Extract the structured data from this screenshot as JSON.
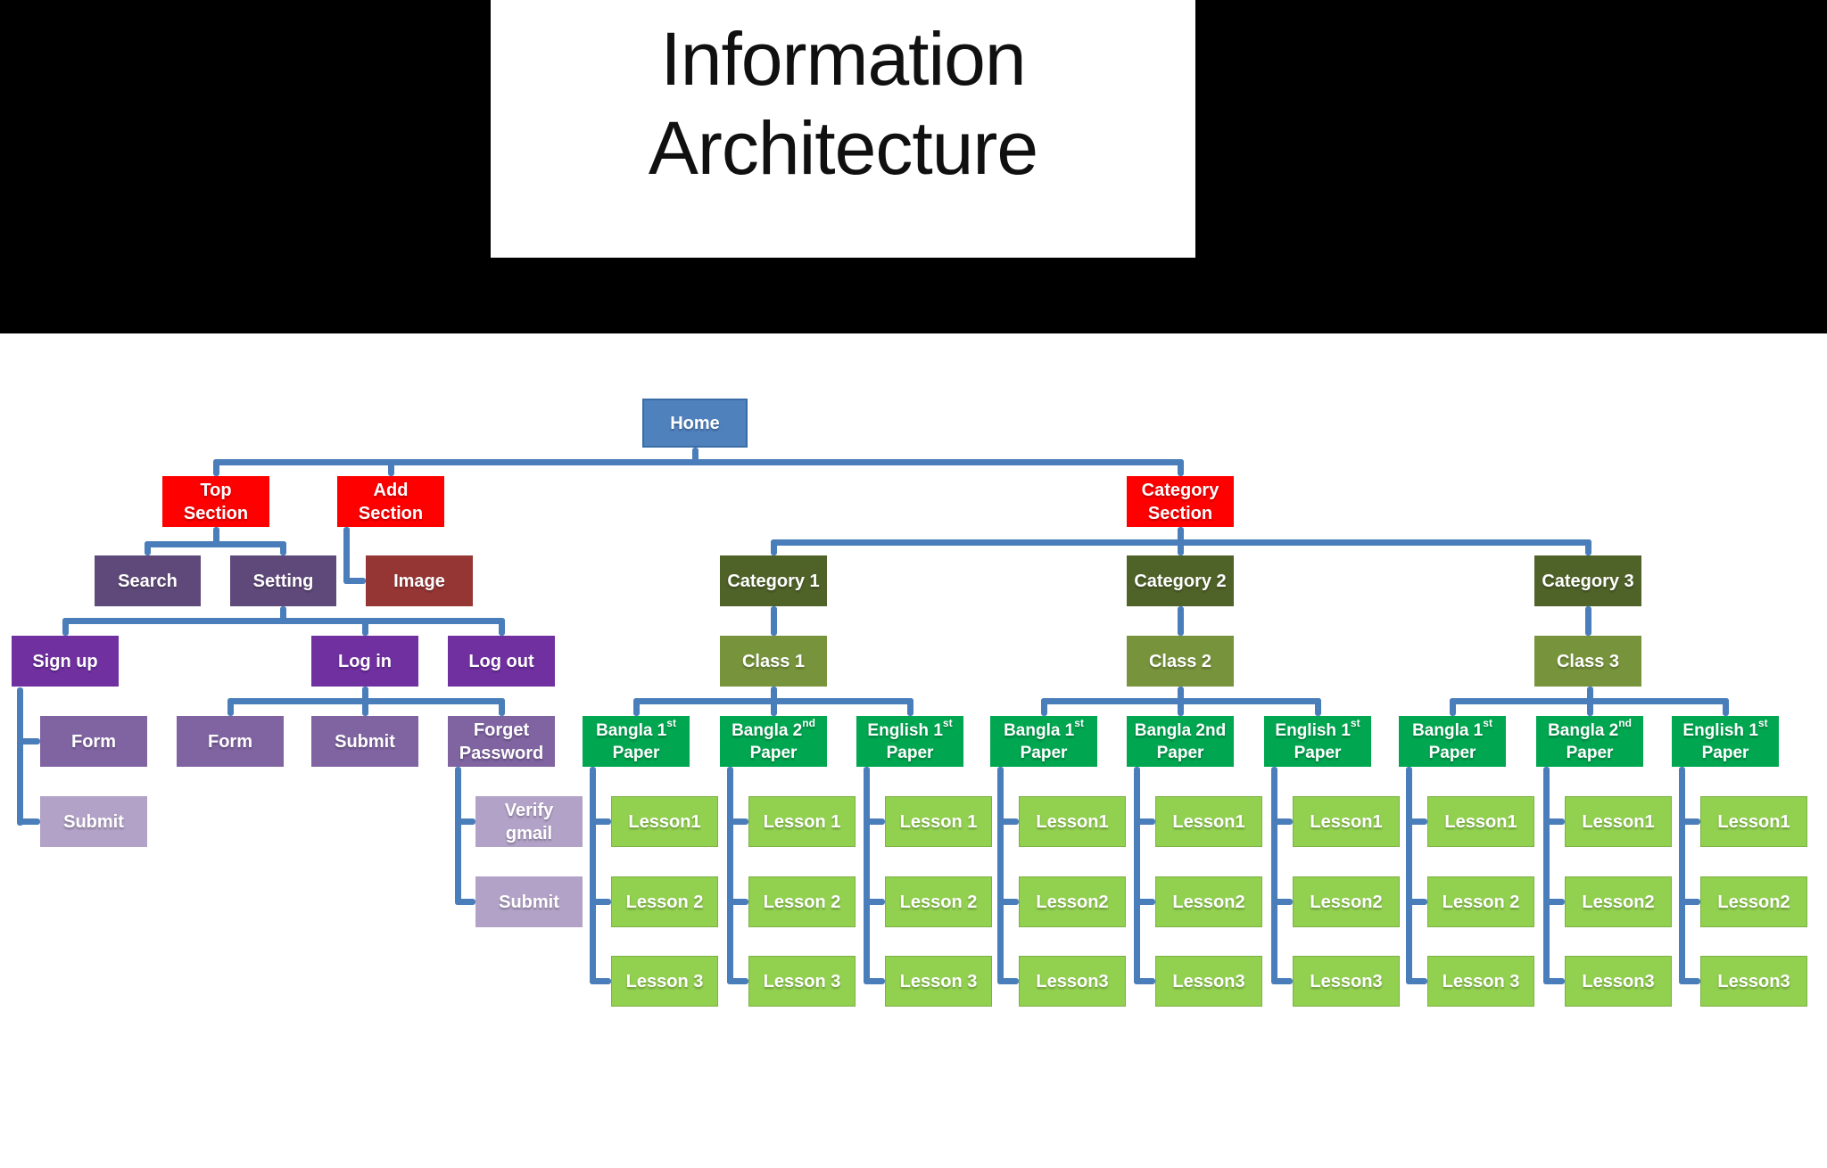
{
  "title": {
    "line1": "Information",
    "line2": "Architecture"
  },
  "diagram": {
    "palette": {
      "home": "#4f81bd",
      "red": "#fe0000",
      "darkpurple": "#5f497a",
      "maroon": "#963634",
      "purple": "#7030a0",
      "midpurple": "#8064a2",
      "lightpurple": "#b2a2c7",
      "darkolive": "#4f6228",
      "olive": "#77933c",
      "green": "#00a650",
      "lightgreen": "#92d050",
      "connector": "#4a7ebb"
    },
    "nodes": [
      {
        "id": "home",
        "color": "home",
        "l1": "Home"
      },
      {
        "id": "top_section",
        "color": "red",
        "l1": "Top",
        "l2": "Section"
      },
      {
        "id": "add_section",
        "color": "red",
        "l1": "Add",
        "l2": "Section"
      },
      {
        "id": "category_section",
        "color": "red",
        "l1": "Category",
        "l2": "Section"
      },
      {
        "id": "search",
        "color": "darkpurple",
        "l1": "Search"
      },
      {
        "id": "setting",
        "color": "darkpurple",
        "l1": "Setting"
      },
      {
        "id": "image",
        "color": "maroon",
        "l1": "Image"
      },
      {
        "id": "sign_up",
        "color": "purple",
        "l1": "Sign up"
      },
      {
        "id": "log_in",
        "color": "purple",
        "l1": "Log in"
      },
      {
        "id": "log_out",
        "color": "purple",
        "l1": "Log out"
      },
      {
        "id": "form_signup",
        "color": "midpurple",
        "l1": "Form"
      },
      {
        "id": "submit_signup",
        "color": "lightpurple",
        "l1": "Submit"
      },
      {
        "id": "form_login",
        "color": "midpurple",
        "l1": "Form"
      },
      {
        "id": "submit_login",
        "color": "midpurple",
        "l1": "Submit"
      },
      {
        "id": "forget_password",
        "color": "midpurple",
        "l1": "Forget",
        "l2": "Password"
      },
      {
        "id": "verify_gmail",
        "color": "lightpurple",
        "l1": "Verify",
        "l2": "gmail"
      },
      {
        "id": "submit_fp",
        "color": "lightpurple",
        "l1": "Submit"
      },
      {
        "id": "category_1",
        "color": "darkolive",
        "l1": "Category 1"
      },
      {
        "id": "class_1",
        "color": "olive",
        "l1": "Class 1"
      },
      {
        "id": "p11",
        "color": "green",
        "l1": "Bangla 1",
        "l1sup": "st",
        "l2": "Paper"
      },
      {
        "id": "p12",
        "color": "green",
        "l1": "Bangla 2",
        "l1sup": "nd",
        "l2": "Paper"
      },
      {
        "id": "p13",
        "color": "green",
        "l1": "English 1",
        "l1sup": "st",
        "l2": "Paper"
      },
      {
        "id": "p11l1",
        "color": "lightgreen",
        "l1": "Lesson1"
      },
      {
        "id": "p11l2",
        "color": "lightgreen",
        "l1": "Lesson 2"
      },
      {
        "id": "p11l3",
        "color": "lightgreen",
        "l1": "Lesson 3"
      },
      {
        "id": "p12l1",
        "color": "lightgreen",
        "l1": "Lesson 1"
      },
      {
        "id": "p12l2",
        "color": "lightgreen",
        "l1": "Lesson 2"
      },
      {
        "id": "p12l3",
        "color": "lightgreen",
        "l1": "Lesson 3"
      },
      {
        "id": "p13l1",
        "color": "lightgreen",
        "l1": "Lesson 1"
      },
      {
        "id": "p13l2",
        "color": "lightgreen",
        "l1": "Lesson 2"
      },
      {
        "id": "p13l3",
        "color": "lightgreen",
        "l1": "Lesson 3"
      },
      {
        "id": "category_2",
        "color": "darkolive",
        "l1": "Category 2"
      },
      {
        "id": "class_2",
        "color": "olive",
        "l1": "Class 2"
      },
      {
        "id": "p21",
        "color": "green",
        "l1": "Bangla 1",
        "l1sup": "st",
        "l2": "Paper"
      },
      {
        "id": "p22",
        "color": "green",
        "l1": "Bangla 2nd",
        "l2": "Paper"
      },
      {
        "id": "p23",
        "color": "green",
        "l1": "English 1",
        "l1sup": "st",
        "l2": "Paper"
      },
      {
        "id": "p21l1",
        "color": "lightgreen",
        "l1": "Lesson1"
      },
      {
        "id": "p21l2",
        "color": "lightgreen",
        "l1": "Lesson2"
      },
      {
        "id": "p21l3",
        "color": "lightgreen",
        "l1": "Lesson3"
      },
      {
        "id": "p22l1",
        "color": "lightgreen",
        "l1": "Lesson1"
      },
      {
        "id": "p22l2",
        "color": "lightgreen",
        "l1": "Lesson2"
      },
      {
        "id": "p22l3",
        "color": "lightgreen",
        "l1": "Lesson3"
      },
      {
        "id": "p23l1",
        "color": "lightgreen",
        "l1": "Lesson1"
      },
      {
        "id": "p23l2",
        "color": "lightgreen",
        "l1": "Lesson2"
      },
      {
        "id": "p23l3",
        "color": "lightgreen",
        "l1": "Lesson3"
      },
      {
        "id": "category_3",
        "color": "darkolive",
        "l1": "Category 3"
      },
      {
        "id": "class_3",
        "color": "olive",
        "l1": "Class 3"
      },
      {
        "id": "p31",
        "color": "green",
        "l1": "Bangla 1",
        "l1sup": "st",
        "l2": "Paper"
      },
      {
        "id": "p32",
        "color": "green",
        "l1": "Bangla 2",
        "l1sup": "nd",
        "l2": "Paper"
      },
      {
        "id": "p33",
        "color": "green",
        "l1": "English 1",
        "l1sup": "st",
        "l2": "Paper"
      },
      {
        "id": "p31l1",
        "color": "lightgreen",
        "l1": "Lesson1"
      },
      {
        "id": "p31l2",
        "color": "lightgreen",
        "l1": "Lesson 2"
      },
      {
        "id": "p31l3",
        "color": "lightgreen",
        "l1": "Lesson 3"
      },
      {
        "id": "p32l1",
        "color": "lightgreen",
        "l1": "Lesson1"
      },
      {
        "id": "p32l2",
        "color": "lightgreen",
        "l1": "Lesson2"
      },
      {
        "id": "p32l3",
        "color": "lightgreen",
        "l1": "Lesson3"
      },
      {
        "id": "p33l1",
        "color": "lightgreen",
        "l1": "Lesson1"
      },
      {
        "id": "p33l2",
        "color": "lightgreen",
        "l1": "Lesson2"
      },
      {
        "id": "p33l3",
        "color": "lightgreen",
        "l1": "Lesson3"
      }
    ]
  }
}
